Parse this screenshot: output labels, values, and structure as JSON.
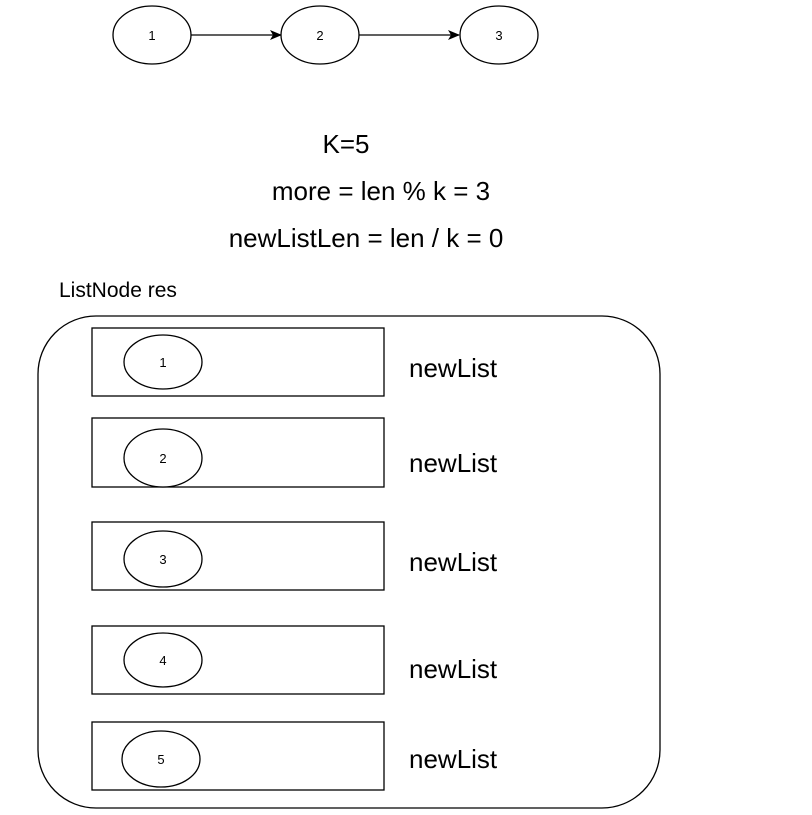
{
  "linked_list": {
    "nodes": [
      "1",
      "2",
      "3"
    ]
  },
  "formulas": {
    "k_value": "K=5",
    "more": "more = len % k = 3",
    "new_list_len": "newListLen = len / k = 0"
  },
  "result": {
    "title": "ListNode res",
    "slots": [
      {
        "node": "1",
        "label": "newList"
      },
      {
        "node": "2",
        "label": "newList"
      },
      {
        "node": "3",
        "label": "newList"
      },
      {
        "node": "4",
        "label": "newList"
      },
      {
        "node": "5",
        "label": "newList"
      }
    ]
  }
}
